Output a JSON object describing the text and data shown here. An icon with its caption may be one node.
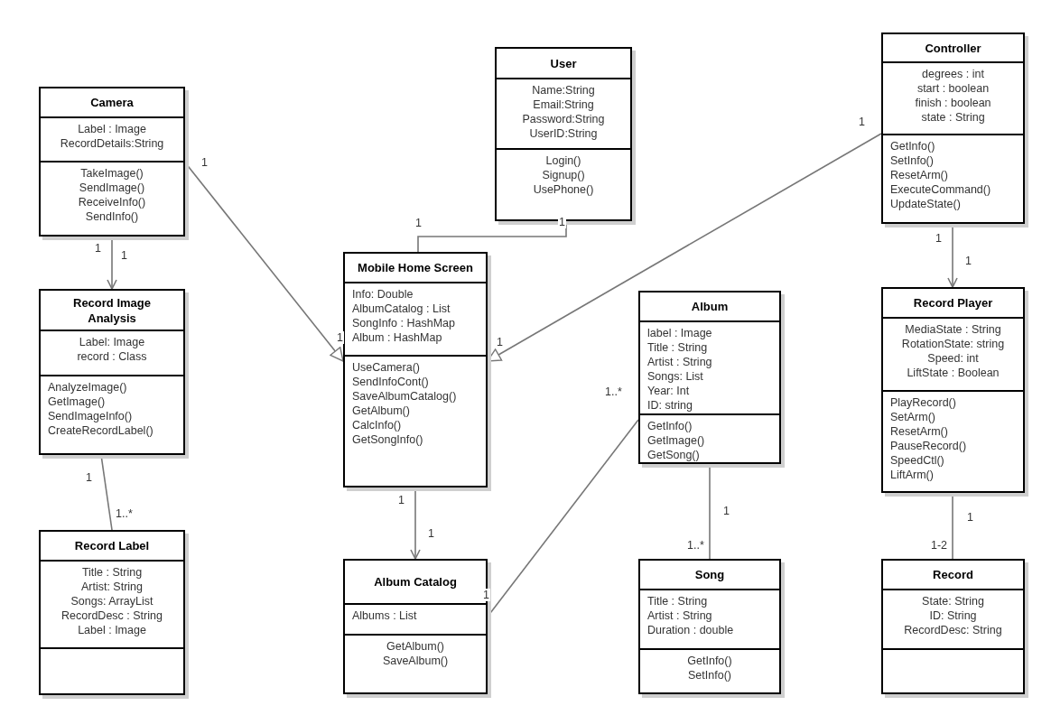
{
  "diagram": {
    "nodes": [
      {
        "text": [
          "Camera"
        ]
      },
      {
        "text": [
          "Label : Image",
          "RecordDetails:String"
        ],
        "in": 0
      },
      {
        "text": [
          "TakeImage()",
          "SendImage()",
          "ReceiveInfo()",
          "SendInfo()"
        ],
        "in": 0
      },
      {
        "text": [
          "User"
        ]
      },
      {
        "text": [
          "Name:String",
          "Email:String",
          "Password:String",
          "UserID:String"
        ],
        "in": 3
      },
      {
        "text": [
          "Login()",
          "Signup()",
          "UsePhone()"
        ],
        "in": 3
      },
      {
        "text": [
          "Controller"
        ]
      },
      {
        "text": [
          "degrees : int",
          "start : boolean",
          "finish : boolean",
          "state : String"
        ],
        "in": 6
      },
      {
        "text": [
          "GetInfo()",
          "SetInfo()",
          "ResetArm()",
          "ExecuteCommand()",
          "UpdateState()"
        ],
        "in": 6
      },
      {
        "text": [
          "Record Image Analysis"
        ]
      },
      {
        "text": [
          "Label: Image",
          "record : Class"
        ],
        "in": 9
      },
      {
        "text": [
          "AnalyzeImage()",
          "GetImage()",
          "SendImageInfo()",
          "CreateRecordLabel()"
        ],
        "in": 9
      },
      {
        "text": [
          "Mobile Home Screen"
        ]
      },
      {
        "text": [
          "Info: Double",
          "AlbumCatalog : List",
          "SongInfo : HashMap",
          "Album : HashMap"
        ],
        "in": 12
      },
      {
        "text": [
          "UseCamera()",
          "SendInfoCont()",
          "SaveAlbumCatalog()",
          "GetAlbum()",
          "CalcInfo()",
          "GetSongInfo()"
        ],
        "in": 12
      },
      {
        "text": [
          "Album"
        ]
      },
      {
        "text": [
          "label : Image",
          "Title : String",
          "Artist : String",
          "Songs: List",
          "Year: Int",
          "ID: string"
        ],
        "in": 15
      },
      {
        "text": [
          "GetInfo()",
          "GetImage()",
          "GetSong()"
        ],
        "in": 15
      },
      {
        "text": [
          "Record Player"
        ]
      },
      {
        "text": [
          "MediaState : String",
          "RotationState: string",
          "Speed: int",
          "LiftState : Boolean"
        ],
        "in": 18
      },
      {
        "text": [
          "PlayRecord()",
          "SetArm()",
          "ResetArm()",
          "PauseRecord()",
          "SpeedCtl()",
          "LiftArm()"
        ],
        "in": 18
      },
      {
        "text": [
          "Record Label"
        ]
      },
      {
        "text": [
          "Title : String",
          "Artist: String",
          "Songs: ArrayList",
          "RecordDesc : String",
          "Label : Image"
        ],
        "in": 21
      },
      {
        "text": [],
        "shape": "box",
        "in": 21
      },
      {
        "text": [
          "Album Catalog"
        ]
      },
      {
        "text": [
          "Albums : List"
        ],
        "in": 24
      },
      {
        "text": [
          "GetAlbum()",
          "SaveAlbum()"
        ],
        "in": 24
      },
      {
        "text": [
          "Song"
        ]
      },
      {
        "text": [
          "Title : String",
          "Artist : String",
          "Duration : double"
        ],
        "in": 27
      },
      {
        "text": [
          "GetInfo()",
          "SetInfo()"
        ],
        "in": 27
      },
      {
        "text": [
          "Record"
        ]
      },
      {
        "text": [
          "State: String",
          "ID: String",
          "RecordDesc: String"
        ],
        "in": 30
      },
      {
        "text": [],
        "shape": "box",
        "in": 30
      }
    ],
    "edges": [
      {
        "from": 0,
        "to": 9,
        "arrow": "to"
      },
      {
        "from": 0,
        "to": 12,
        "arrow": "to"
      },
      {
        "from": 3,
        "to": 12,
        "arrow": "none"
      },
      {
        "from": 6,
        "to": 12,
        "arrow": "to"
      },
      {
        "from": 6,
        "to": 18,
        "arrow": "to"
      },
      {
        "from": 12,
        "to": 24,
        "arrow": "to"
      },
      {
        "from": 24,
        "to": 15,
        "arrow": "other"
      },
      {
        "from": 9,
        "to": 21,
        "arrow": "other"
      },
      {
        "from": 15,
        "to": 27,
        "arrow": "other"
      },
      {
        "from": 18,
        "to": 30,
        "arrow": "other"
      }
    ],
    "labels": [
      "1",
      "1",
      "1",
      "1",
      "1",
      "1",
      "1",
      "1",
      "1..*",
      "1",
      "1",
      "1",
      "1..*",
      "1",
      "1",
      "1",
      "1",
      "1..*",
      "1",
      "1-2"
    ]
  }
}
